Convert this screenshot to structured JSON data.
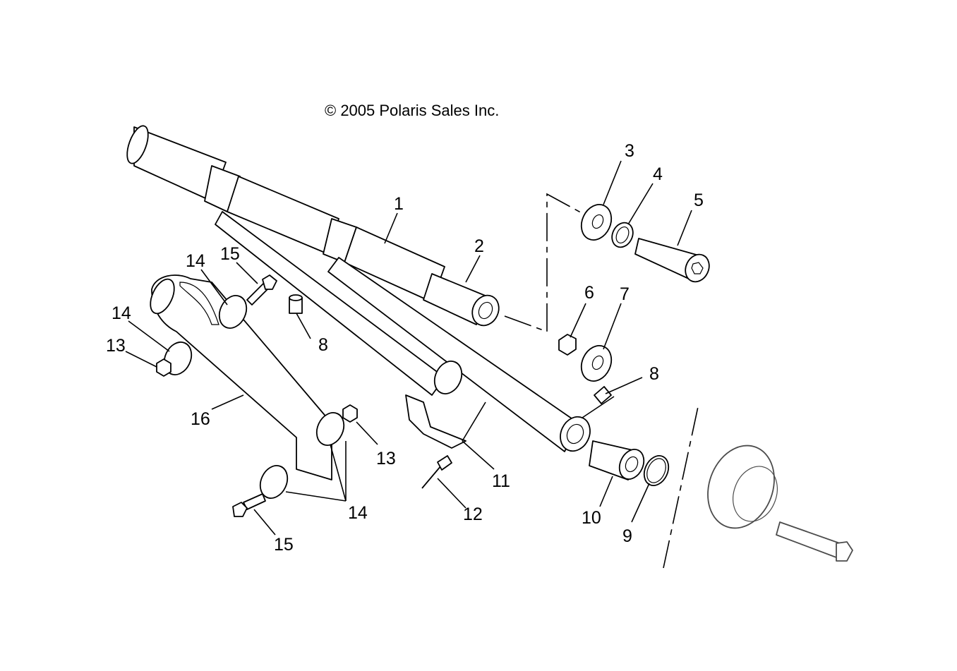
{
  "copyright": "© 2005 Polaris Sales Inc.",
  "callouts": [
    {
      "id": "c1",
      "label": "1"
    },
    {
      "id": "c2",
      "label": "2"
    },
    {
      "id": "c3",
      "label": "3"
    },
    {
      "id": "c4",
      "label": "4"
    },
    {
      "id": "c5",
      "label": "5"
    },
    {
      "id": "c6",
      "label": "6"
    },
    {
      "id": "c7",
      "label": "7"
    },
    {
      "id": "c8a",
      "label": "8"
    },
    {
      "id": "c8b",
      "label": "8"
    },
    {
      "id": "c9",
      "label": "9"
    },
    {
      "id": "c10",
      "label": "10"
    },
    {
      "id": "c11",
      "label": "11"
    },
    {
      "id": "c12",
      "label": "12"
    },
    {
      "id": "c13a",
      "label": "13"
    },
    {
      "id": "c13b",
      "label": "13"
    },
    {
      "id": "c14a",
      "label": "14"
    },
    {
      "id": "c14b",
      "label": "14"
    },
    {
      "id": "c14c",
      "label": "14"
    },
    {
      "id": "c15a",
      "label": "15"
    },
    {
      "id": "c15b",
      "label": "15"
    },
    {
      "id": "c16",
      "label": "16"
    }
  ]
}
